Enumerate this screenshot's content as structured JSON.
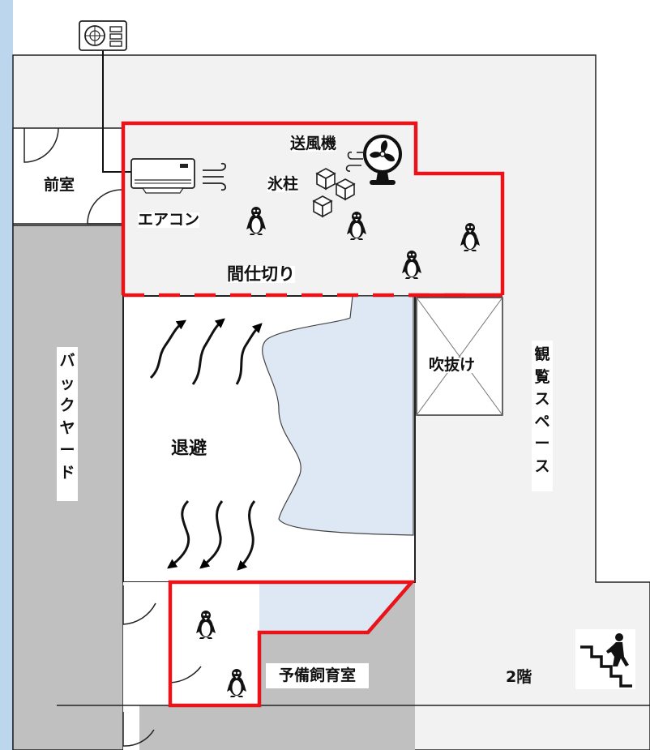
{
  "labels": {
    "front_room": "前室",
    "blower": "送風機",
    "ice_pillar": "氷柱",
    "air_conditioner": "エアコン",
    "partition": "間仕切り",
    "atrium": "吹抜け",
    "backyard": "バックヤード",
    "evacuation": "退避",
    "observation_space": "観覧スペース",
    "spare_room": "予備飼育室",
    "floor": "2階"
  },
  "icons": {
    "outdoor_unit": "outdoor-unit-icon",
    "indoor_ac": "air-conditioner-icon",
    "fan": "fan-icon",
    "ice": "ice-cube-icon",
    "penguin": "penguin-icon",
    "stairs": "stairs-icon"
  },
  "colors": {
    "border_highlight": "#e8141a",
    "backyard_gray": "#c0c0c0",
    "floor_light": "#f2f2f2",
    "water_blue": "#dde8f4",
    "page_frame": "#bcd6ee"
  }
}
